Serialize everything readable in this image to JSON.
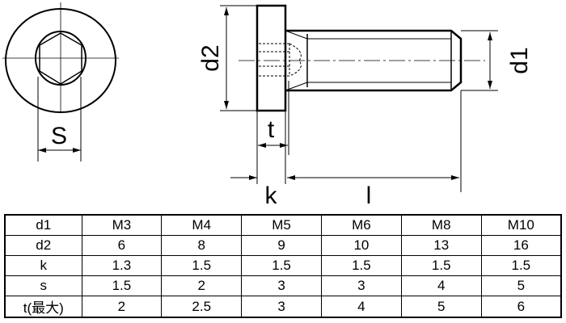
{
  "drawing": {
    "labels": {
      "s": "S",
      "t": "t",
      "k": "k",
      "l": "l",
      "d1": "d1",
      "d2": "d2"
    }
  },
  "table": {
    "rows": [
      {
        "label": "d1",
        "values": [
          "M3",
          "M4",
          "M5",
          "M6",
          "M8",
          "M10"
        ]
      },
      {
        "label": "d2",
        "values": [
          "6",
          "8",
          "9",
          "10",
          "13",
          "16"
        ]
      },
      {
        "label": "k",
        "values": [
          "1.3",
          "1.5",
          "1.5",
          "1.5",
          "1.5",
          "1.5"
        ]
      },
      {
        "label": "s",
        "values": [
          "1.5",
          "2",
          "3",
          "3",
          "4",
          "5"
        ]
      },
      {
        "label": "t(最大)",
        "values": [
          "2",
          "2.5",
          "3",
          "4",
          "5",
          "6"
        ]
      }
    ]
  }
}
